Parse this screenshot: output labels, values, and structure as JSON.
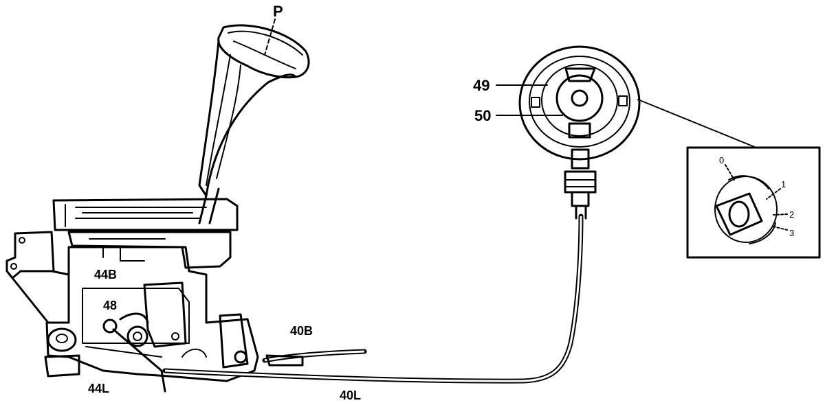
{
  "labels": {
    "lever": "P",
    "dial_outer": "49",
    "dial_inner": "50",
    "cable_upper": "40B",
    "cable_lower": "40L",
    "bracket_upper": "44B",
    "bracket_lower": "44L",
    "pivot": "48"
  },
  "inset": {
    "positions": [
      "0",
      "1",
      "2",
      "3"
    ]
  }
}
